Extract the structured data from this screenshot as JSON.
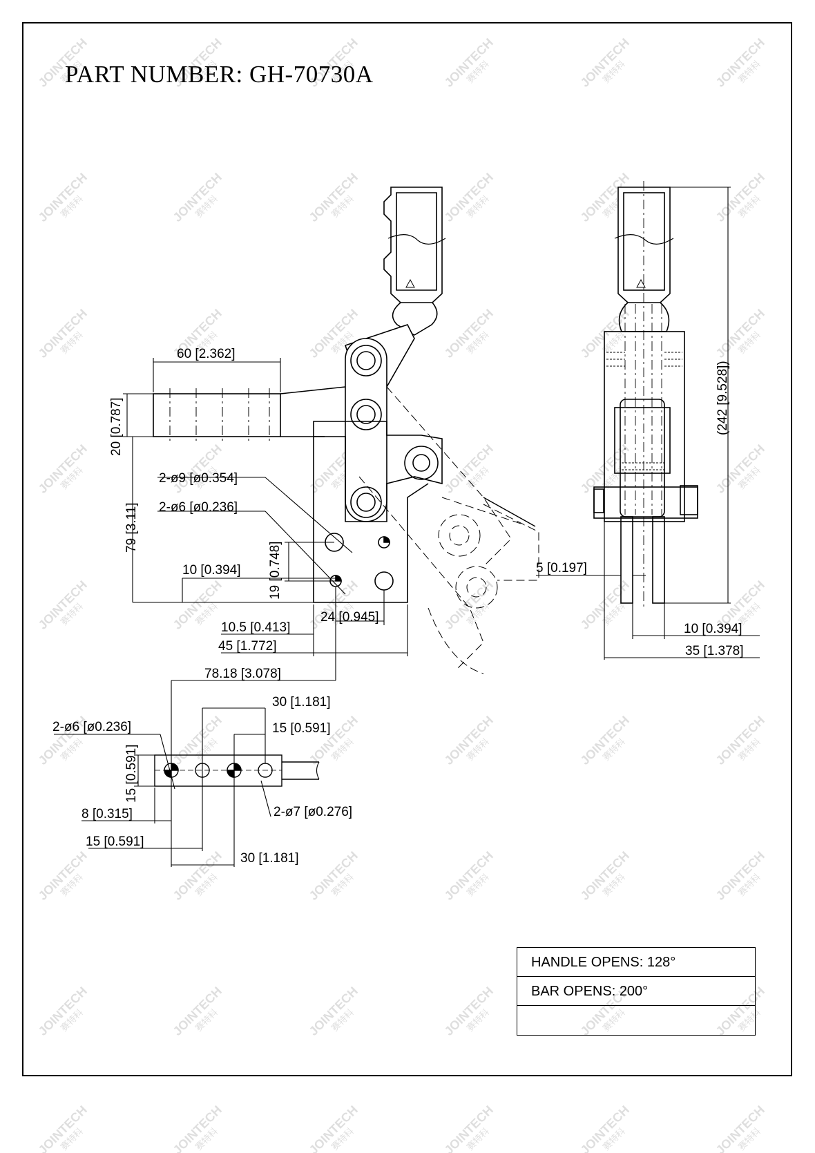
{
  "title": "PART NUMBER:  GH-70730A",
  "watermark": "JOINTECH",
  "watermark_cn": "赛特科",
  "specs": {
    "handle_opens": "HANDLE OPENS: 128°",
    "bar_opens": "BAR OPENS: 200°",
    "blank": ""
  },
  "dimensions": {
    "bar_width": "60 [2.362]",
    "bar_height": "20 [0.787]",
    "mount_height": "79 [3.11]",
    "big_holes": "2-ø9 [ø0.354]",
    "small_holes": "2-ø6 [ø0.236]",
    "hole_vert": "19 [0.748]",
    "hole_offset": "10 [0.394]",
    "base_24": "24 [0.945]",
    "base_105": "10.5 [0.413]",
    "base_45": "45 [1.772]",
    "arm_7818": "78.18 [3.078]",
    "arm_30a": "30 [1.181]",
    "arm_15a": "15 [0.591]",
    "arm_holes6": "2-ø6 [ø0.236]",
    "arm_width": "15 [0.591]",
    "arm_holes7": "2-ø7 [ø0.276]",
    "arm_8": "8 [0.315]",
    "arm_15b": "15 [0.591]",
    "arm_30b": "30 [1.181]",
    "side_height": "(242 [9.528])",
    "side_5": "5 [0.197]",
    "side_10": "10 [0.394]",
    "side_35": "35 [1.378]"
  }
}
